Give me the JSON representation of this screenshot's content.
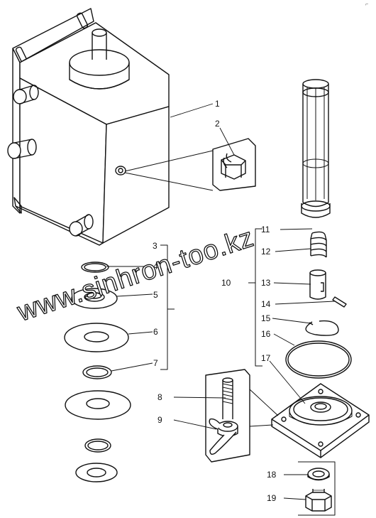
{
  "labels": {
    "l1": "1",
    "l2": "2",
    "l3": "3",
    "l4": "4",
    "l5": "5",
    "l6": "6",
    "l7": "7",
    "l8": "8",
    "l9": "9",
    "l10": "10",
    "l11": "11",
    "l12": "12",
    "l13": "13",
    "l14": "14",
    "l15": "15",
    "l16": "16",
    "l17": "17",
    "l18": "18",
    "l19": "19"
  },
  "watermark": "www.sinhron-too.kz",
  "corner_mark": "⌐"
}
